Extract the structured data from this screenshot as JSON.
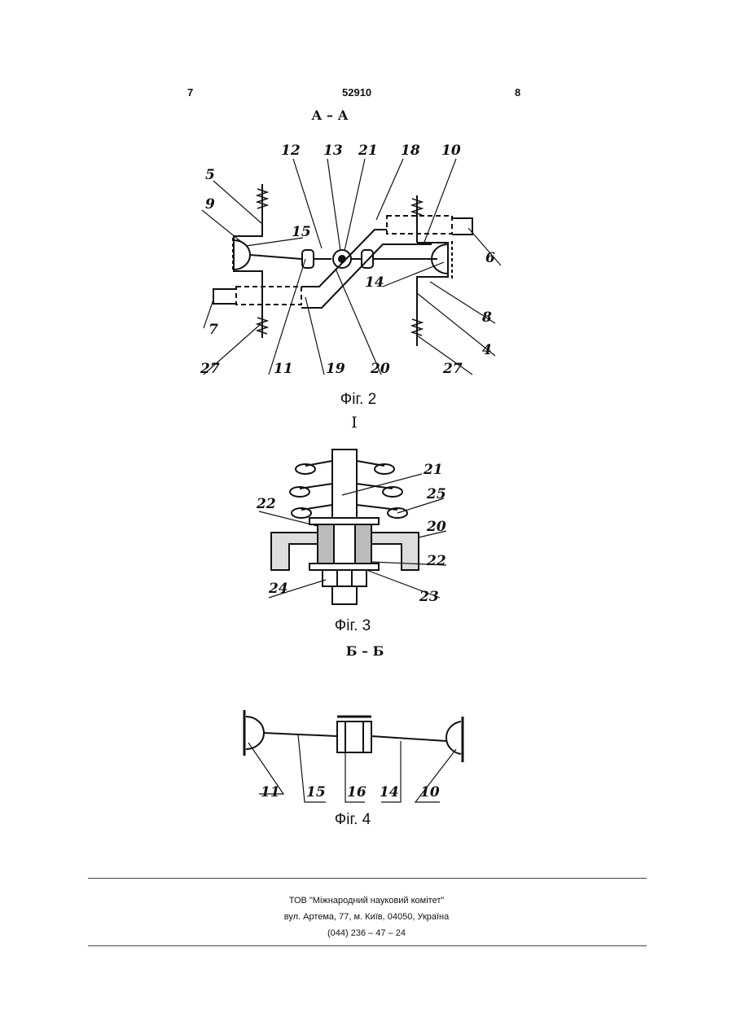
{
  "header": {
    "page_left": "7",
    "patent_number": "52910",
    "page_right": "8"
  },
  "fig2": {
    "section_label": "А – А",
    "caption": "Фіг. 2",
    "labels": [
      "12",
      "13",
      "21",
      "18",
      "10",
      "5",
      "9",
      "15",
      "6",
      "14",
      "7",
      "8",
      "4",
      "27",
      "11",
      "19",
      "20",
      "27"
    ]
  },
  "fig3": {
    "section_label": "I",
    "caption": "Фіг. 3",
    "labels": [
      "21",
      "25",
      "22",
      "20",
      "22",
      "24",
      "23"
    ]
  },
  "fig4": {
    "section_label": "Б – Б",
    "caption": "Фіг. 4",
    "labels": [
      "11",
      "15",
      "16",
      "14",
      "10"
    ]
  },
  "footer": {
    "company": "ТОВ \"Міжнародний науковий комітет\"",
    "address": "вул. Артема, 77, м. Київ, 04050, Україна",
    "phone": "(044) 236 – 47 – 24"
  }
}
